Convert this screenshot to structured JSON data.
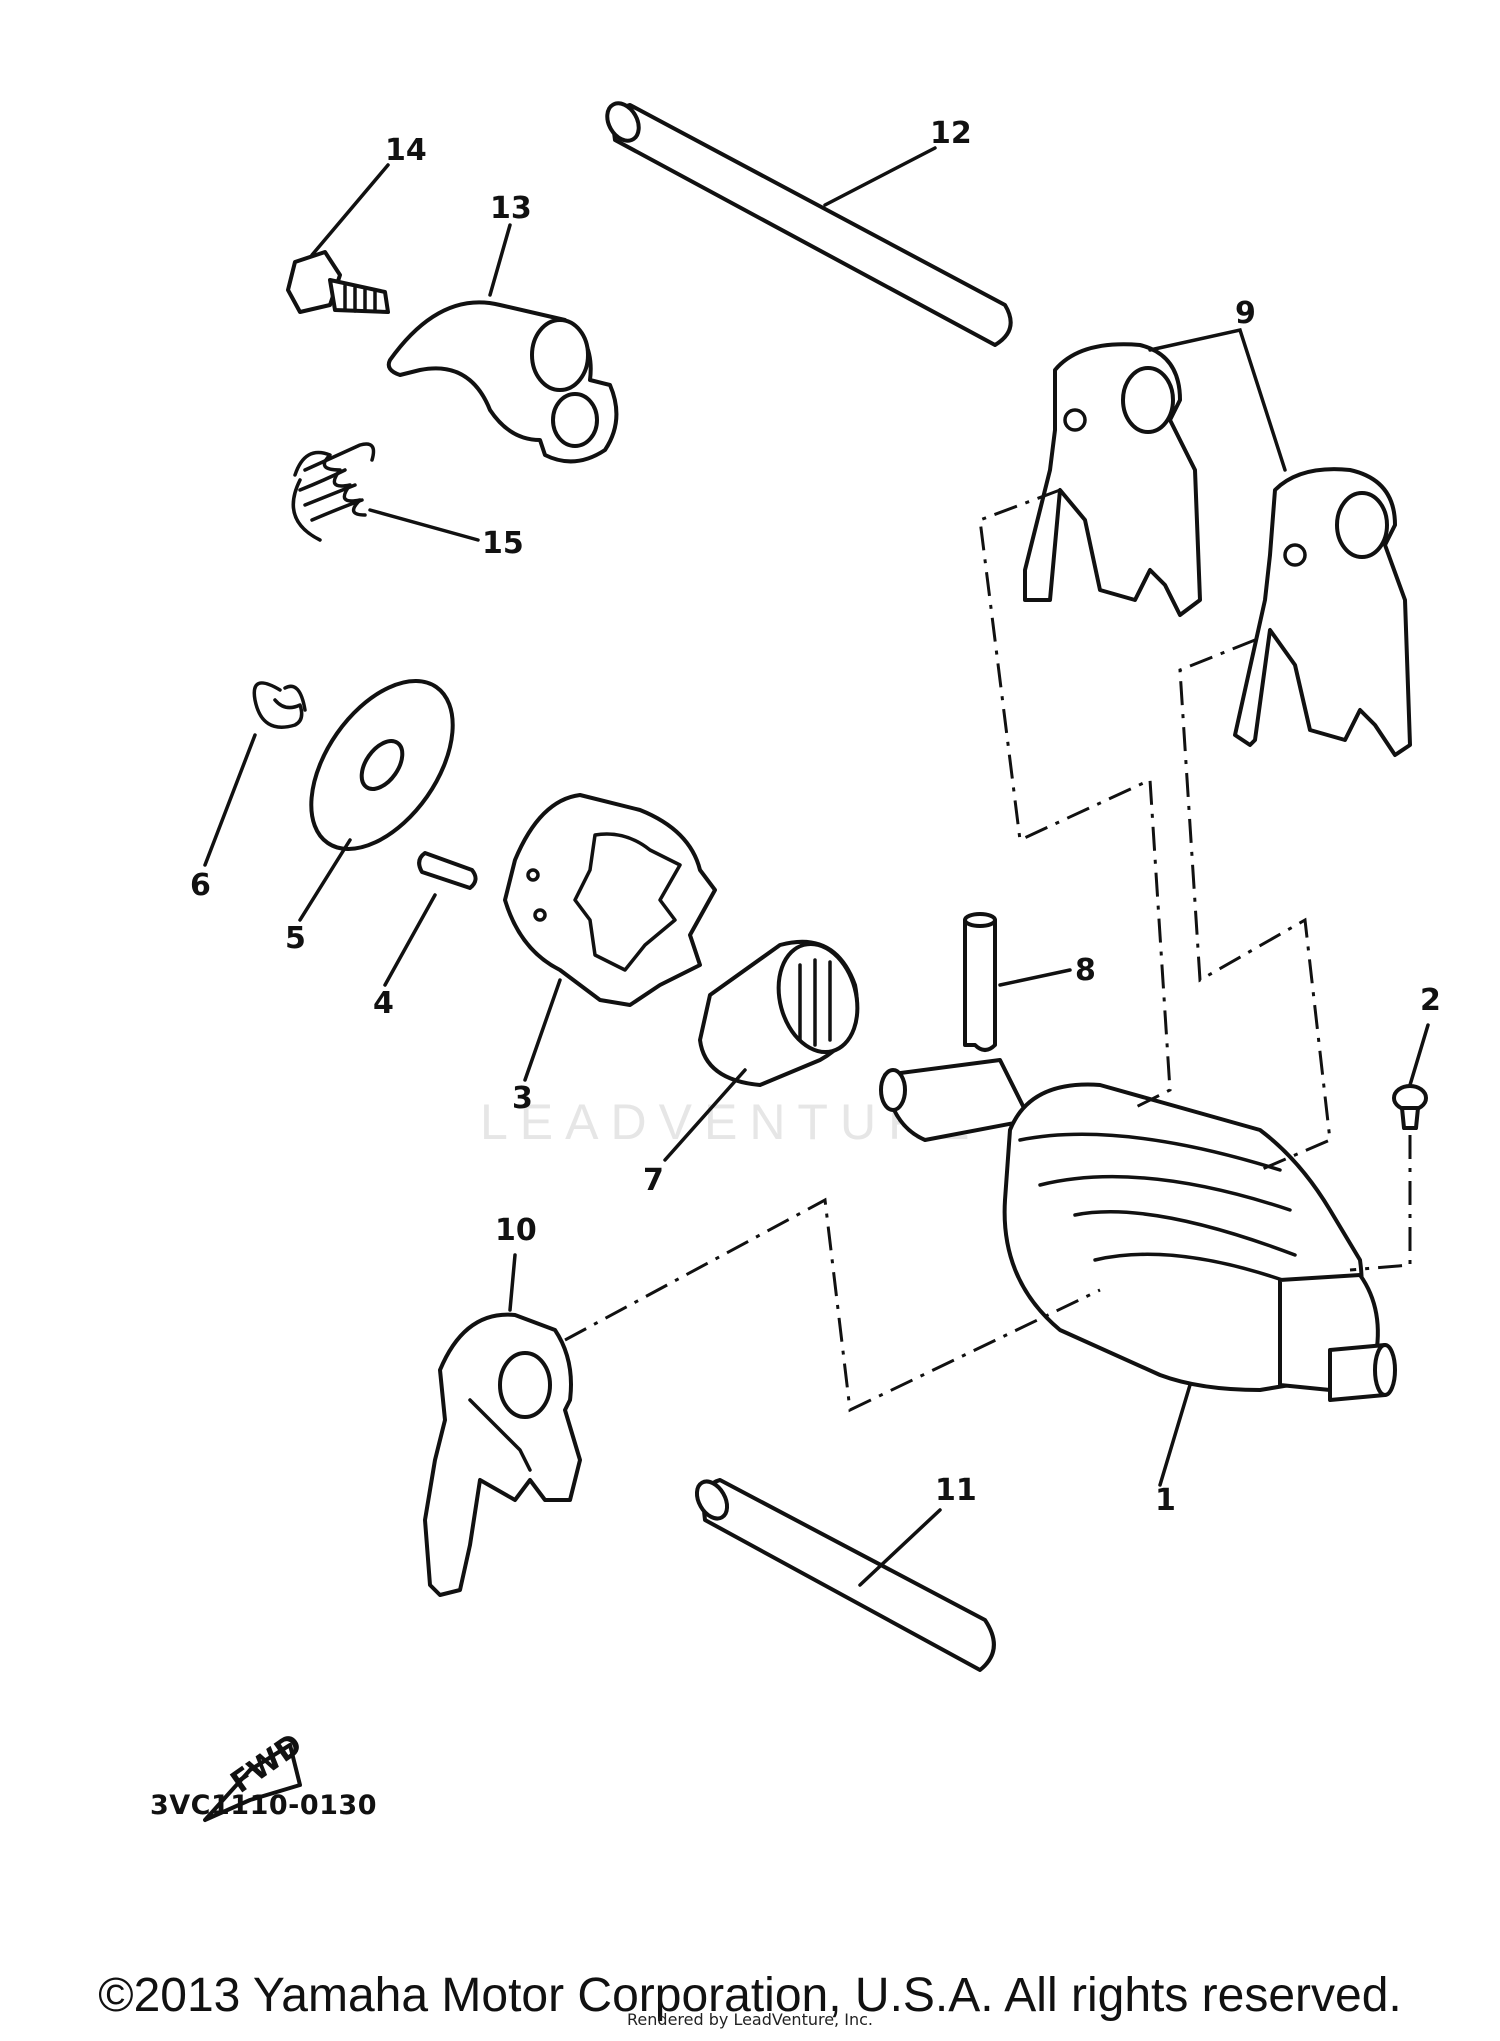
{
  "callouts": {
    "c1": "1",
    "c2": "2",
    "c3": "3",
    "c4": "4",
    "c5": "5",
    "c6": "6",
    "c7": "7",
    "c8": "8",
    "c9": "9",
    "c10": "10",
    "c11": "11",
    "c12": "12",
    "c13": "13",
    "c14": "14",
    "c15": "15"
  },
  "fwd_label": "FWD",
  "diagram_code": "3VC1110-0130",
  "watermark": "LEADVENTURE",
  "copyright": "©2013 Yamaha Motor Corporation, U.S.A. All rights reserved.",
  "rendered_by": "Rendered by LeadVenture, Inc.",
  "colors": {
    "ink": "#111111",
    "background": "#ffffff",
    "watermark": "#e6e6e6"
  }
}
